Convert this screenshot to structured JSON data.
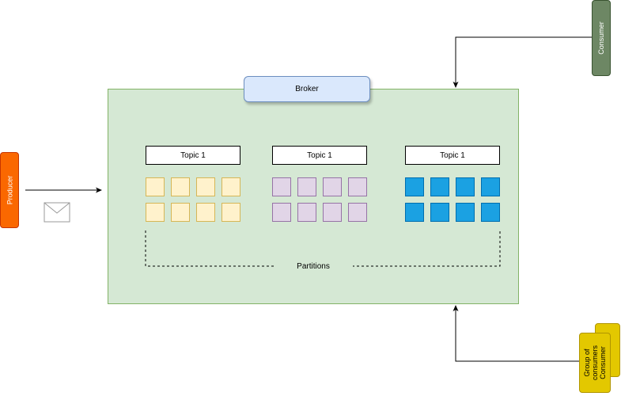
{
  "broker": {
    "label": "Broker"
  },
  "topics": [
    {
      "label": "Topic 1",
      "partition_color": "#fff2cc",
      "partition_border": "#d6b656"
    },
    {
      "label": "Topic 1",
      "partition_color": "#e1d5e7",
      "partition_border": "#9673a6"
    },
    {
      "label": "Topic 1",
      "partition_color": "#1ba1e2",
      "partition_border": "#006eaf"
    }
  ],
  "partitions_label": "Partitions",
  "producer": {
    "label": "Producer",
    "color": "#fa6800"
  },
  "consumer": {
    "label": "Consumer",
    "color": "#6d8764"
  },
  "consumer_group": {
    "label": "Group of consumers",
    "member_label": "Consumer",
    "color": "#e3c800"
  },
  "icons": [
    "envelope-icon"
  ],
  "colors": {
    "broker_area": "#d5e8d4",
    "broker_label": "#dae8fc"
  }
}
